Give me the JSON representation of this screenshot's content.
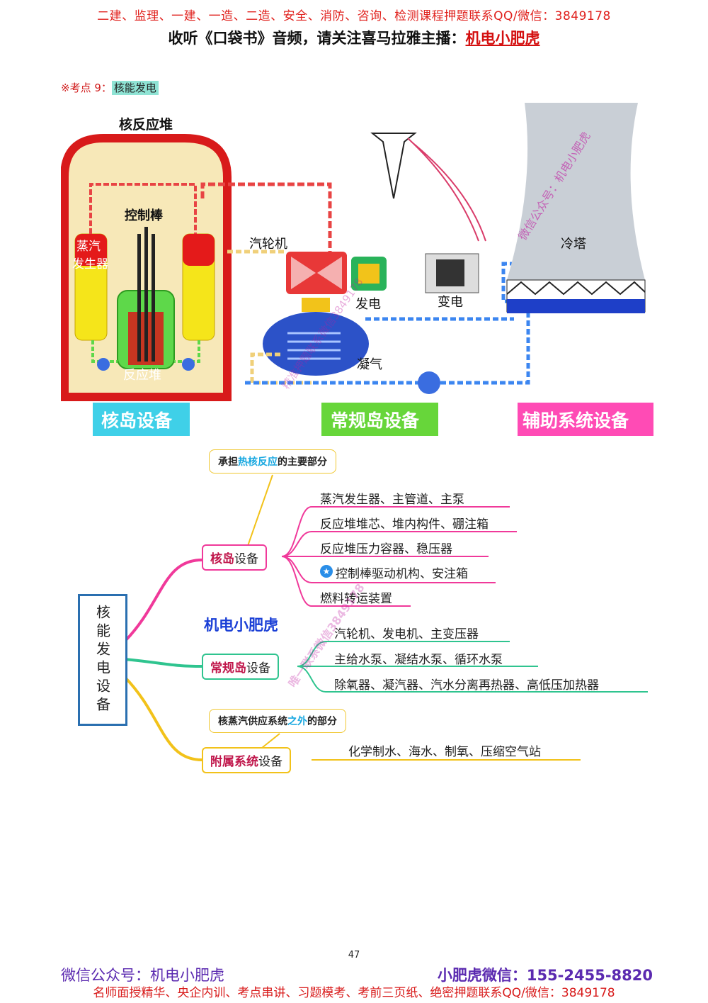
{
  "header": {
    "line1": "二建、监理、一建、一造、二造、安全、消防、咨询、检测课程押题联系QQ/微信：3849178",
    "line2_prefix": "收听《口袋书》音频，请关注喜马拉雅主播：",
    "line2_anchor": "机电小肥虎"
  },
  "keypoint": {
    "prefix": "※考点 9：",
    "title": "核能发电"
  },
  "diagram": {
    "reactor_building": "核反应堆",
    "control_rod": "控制棒",
    "steam_generator_a": "蒸汽",
    "steam_generator_b": "发生器",
    "reactor_core": "反应堆",
    "turbine": "汽轮机",
    "generator": "发电",
    "transformer": "变电",
    "condenser": "凝气",
    "cooling_tower": "冷塔",
    "zone_nuclear": "核岛设备",
    "zone_conventional": "常规岛设备",
    "zone_aux": "辅助系统设备",
    "watermark_1": "微信公众号：机电小肥虎",
    "watermark_2": "精准押题联系微信3849178",
    "colors": {
      "nuclear": "#3fd0e8",
      "conventional": "#67d63a",
      "aux": "#ff4bb5",
      "reactor": "#d81a1a"
    }
  },
  "mindmap": {
    "root": "核能发电设备",
    "brand": "机电小肥虎",
    "branch1": {
      "label_hl": "核岛",
      "label_rest": "设备",
      "note_a": "承担",
      "note_hl": "热核反应",
      "note_b": "的主要部分",
      "items": [
        "蒸汽发生器、主管道、主泵",
        "反应堆堆芯、堆内构件、硼注箱",
        "反应堆压力容器、稳压器",
        "控制棒驱动机构、安注箱",
        "燃料转运装置"
      ]
    },
    "branch2": {
      "label_hl": "常规岛",
      "label_rest": "设备",
      "items": [
        "汽轮机、发电机、主变压器",
        "主给水泵、凝结水泵、循环水泵",
        "除氧器、凝汽器、汽水分离再热器、高低压加热器"
      ]
    },
    "branch3": {
      "label_hl": "附属系统",
      "label_rest": "设备",
      "note_a": "核蒸汽供应系统",
      "note_hl": "之外",
      "note_b": "的部分",
      "items": [
        "化学制水、海水、制氧、压缩空气站"
      ]
    },
    "watermark_3": "唯一联系微信3849178",
    "colors": {
      "branch1": "#f0399a",
      "branch2": "#2fc48f",
      "branch3": "#f2c21a"
    }
  },
  "page_number": "47",
  "footer": {
    "left": "微信公众号：机电小肥虎",
    "right": "小肥虎微信：155-2455-8820",
    "line2": "名师面授精华、央企内训、考点串讲、习题模考、考前三页纸、绝密押题联系QQ/微信：3849178"
  }
}
